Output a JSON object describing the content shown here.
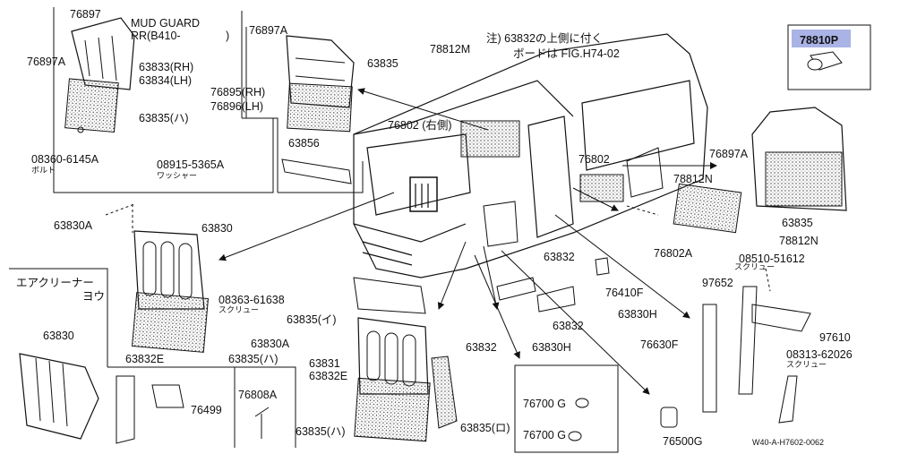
{
  "top_left": {
    "title_line1": "MUD GUARD",
    "title_line2": "RR(B410-",
    "title_bracket": ")",
    "parts": [
      "76897",
      "76897A",
      "63833(RH)",
      "63834(LH)",
      "76895(RH)",
      "76896(LH)",
      "63835(ハ)",
      "08360-6145A",
      "ボルト",
      "08915-5365A",
      "ワッシャー"
    ]
  },
  "top_middle": {
    "parts": [
      "76897A",
      "78812M",
      "63835",
      "63856"
    ]
  },
  "note": {
    "line1": "注) 63832の上側に付く",
    "line2": "ボードは FIG.H74-02"
  },
  "highlight_part": "78810P",
  "van_labels": {
    "right_side": "76802 (右側)",
    "left": "76802"
  },
  "right_group": {
    "parts": [
      "76897A",
      "78812N",
      "76802A",
      "63835",
      "78812N",
      "08510-51612",
      "スクリュー"
    ]
  },
  "left_group": {
    "parts": [
      "63830A",
      "63830",
      "63832E",
      "63835(ハ)"
    ]
  },
  "air_cleaner": {
    "label_line1": "エアクリーナー",
    "label_line2": "ヨウ",
    "part": "63830"
  },
  "bottom_boxes": {
    "bracket_part": "76499",
    "bolt_part": "76808A"
  },
  "center_group": {
    "parts": [
      "08363-61638",
      "スクリュー",
      "63835(イ)",
      "63830A",
      "63831",
      "63832E",
      "63835(ハ)",
      "63835(ロ)",
      "63832",
      "63830H",
      "63832",
      "63830H",
      "63832"
    ]
  },
  "clip_part": "76410F",
  "strip_part": "76630F",
  "stay_group": {
    "parts": [
      "97652",
      "97610",
      "08313-62026",
      "スクリュー"
    ]
  },
  "grommets": [
    "76700 G",
    "76700 G"
  ],
  "rubber_part": "76500G",
  "figure_code": "W40-A-H7602-0062",
  "colors": {
    "highlight": "#aab3e6",
    "line": "#111111"
  }
}
